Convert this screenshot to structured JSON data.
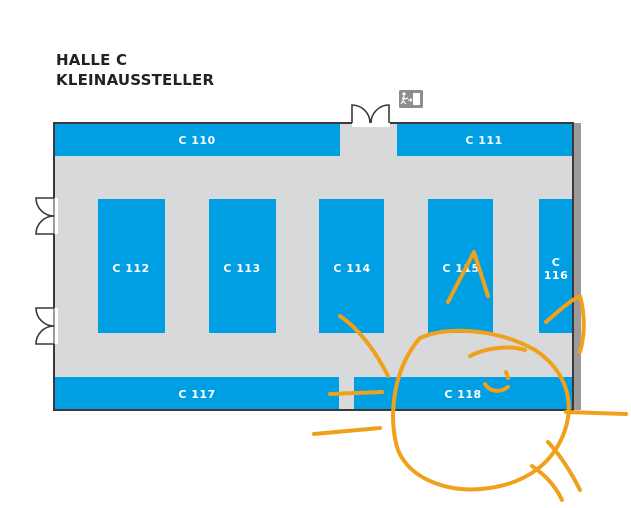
{
  "hall": {
    "title_line1": "HALLE C",
    "title_line2": "KLEINAUSSTELLER"
  },
  "colors": {
    "booth": "#009fe3",
    "aisle": "#d8d9da",
    "wall": "#3a3a3a",
    "side_wall": "#9b9b9b",
    "annotation": "#f0a11b"
  },
  "icons": {
    "exit": "emergency-exit-icon",
    "door": "double-door-icon"
  },
  "booths": {
    "c110": "C 110",
    "c111": "C 111",
    "c112": "C 112",
    "c113": "C 113",
    "c114": "C 114",
    "c115": "C 115",
    "c116_line1": "C",
    "c116_line2": "116",
    "c117": "C 117",
    "c118": "C 118"
  }
}
